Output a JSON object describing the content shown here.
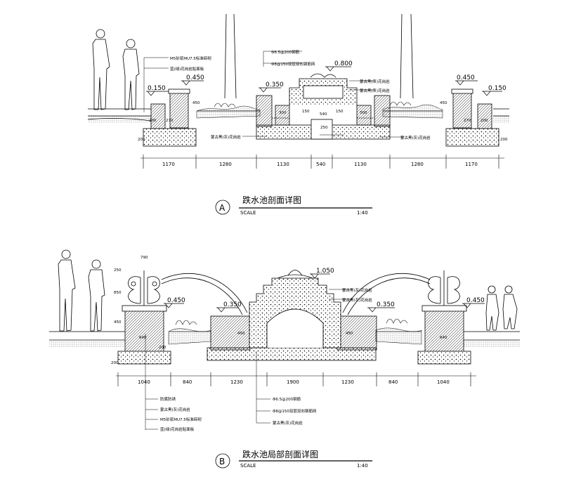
{
  "section_a": {
    "marker": "A",
    "title": "跌水池剖面详图",
    "scale_label": "SCALE",
    "scale_value": "1:40",
    "elevations": [
      "0.150",
      "0.450",
      "0.350",
      "0.800",
      "0.450",
      "0.150"
    ],
    "dimensions": [
      "1170",
      "1280",
      "1130",
      "540",
      "1130",
      "1280",
      "1170"
    ],
    "small_dims": [
      "200",
      "270",
      "200",
      "270",
      "540",
      "150",
      "150",
      "250",
      "200",
      "200",
      "450",
      "450",
      "300",
      "300"
    ],
    "notes": [
      "M5砂浆MU7.5标准砖砌",
      "蓝(绿)花岗岩贴面板",
      "Φ6.5@200钢筋",
      "Φ8@150双层双向钢筋网",
      "蒙古黑(灰)花岗岩",
      "蒙古黑(灰)花岗岩",
      "蒙古黑(灰)花岗岩",
      "蒙古黑(灰)花岗岩"
    ]
  },
  "section_b": {
    "marker": "B",
    "title": "跌水池局部剖面详图",
    "scale_label": "SCALE",
    "scale_value": "1:40",
    "elevations": [
      "1.050",
      "0.450",
      "0.350",
      "0.350",
      "0.450"
    ],
    "dimensions": [
      "1040",
      "840",
      "1230",
      "1900",
      "1230",
      "840",
      "1040"
    ],
    "small_dims": [
      "790",
      "250",
      "850",
      "450",
      "200",
      "200",
      "640",
      "640",
      "450",
      "450"
    ],
    "notes_left": [
      "防腐防锈",
      "蒙古黑(灰)花岗岩",
      "M5砂浆MU7.5标准砖砌",
      "蓝(绿)花岗岩贴面板"
    ],
    "notes_center": [
      "Φ6.5@200钢筋",
      "Φ8@150双层双向钢筋网",
      "蒙古黑(灰)花岗岩"
    ],
    "notes_right": [
      "蒙古黑(灰)花岗岩",
      "蒙古黑(灰)花岗岩"
    ]
  }
}
